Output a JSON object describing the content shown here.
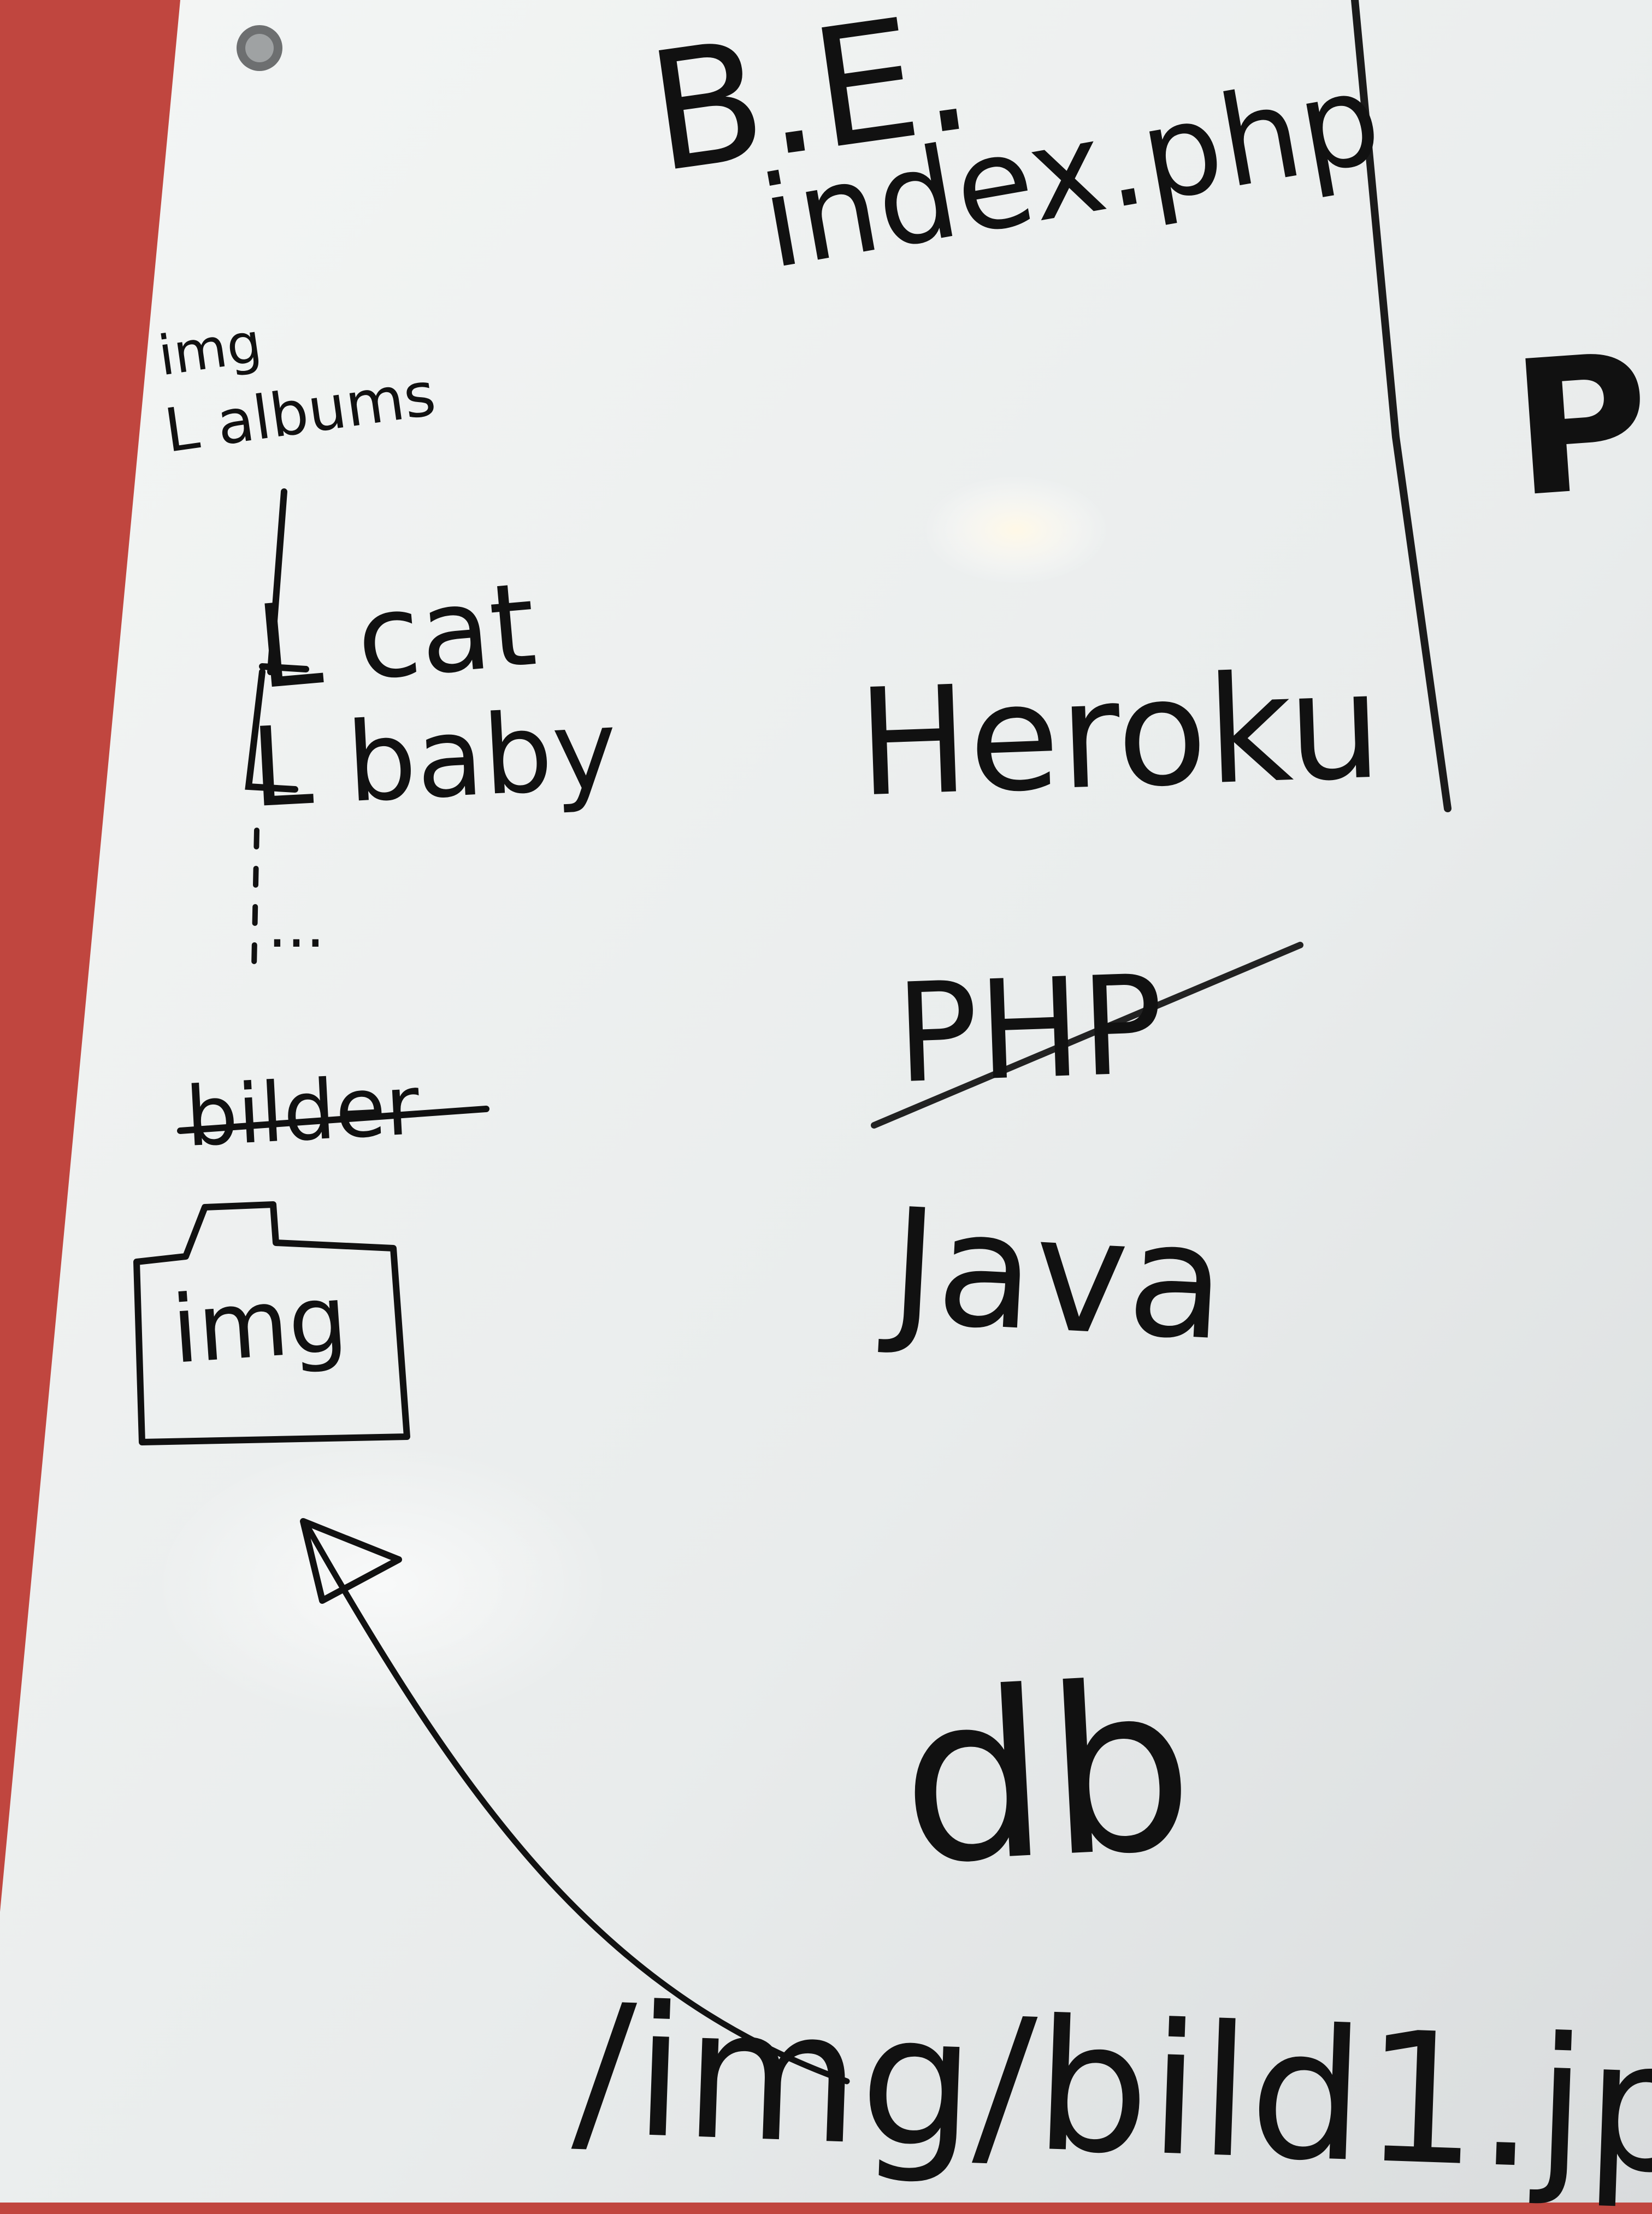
{
  "whiteboard": {
    "heading": "B.E.",
    "file": "index.php",
    "right_edge_letter": "P",
    "folder_tree": {
      "root": "img",
      "child": "L albums",
      "items": [
        "L cat",
        "L baby"
      ],
      "ellipsis": "..."
    },
    "crossed_word": "bilder",
    "folder_label": "img",
    "tech_list": [
      {
        "label": "Heroku",
        "crossed": false
      },
      {
        "label": "PHP",
        "crossed": true
      },
      {
        "label": "Java",
        "crossed": false
      }
    ],
    "db_label": "db",
    "path_text": "/img/bild1.jp"
  },
  "colors": {
    "wall": "#c0463f",
    "board": "#f1f3f2",
    "ink": "#111111"
  }
}
